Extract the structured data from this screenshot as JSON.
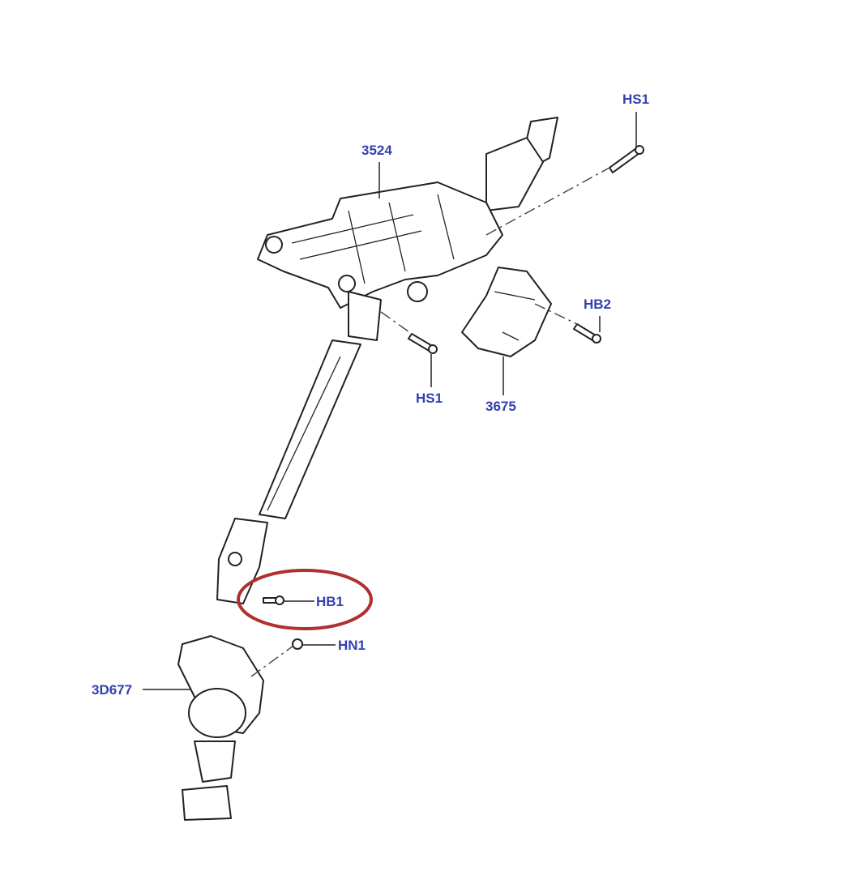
{
  "diagram": {
    "labels": {
      "hs1_top": "HS1",
      "column": "3524",
      "hb2": "HB2",
      "hs1_lower": "HS1",
      "shroud": "3675",
      "hb1": "HB1",
      "hn1": "HN1",
      "boot": "3D677"
    },
    "highlight_color": "#b03030",
    "label_color": "#3340b0"
  }
}
